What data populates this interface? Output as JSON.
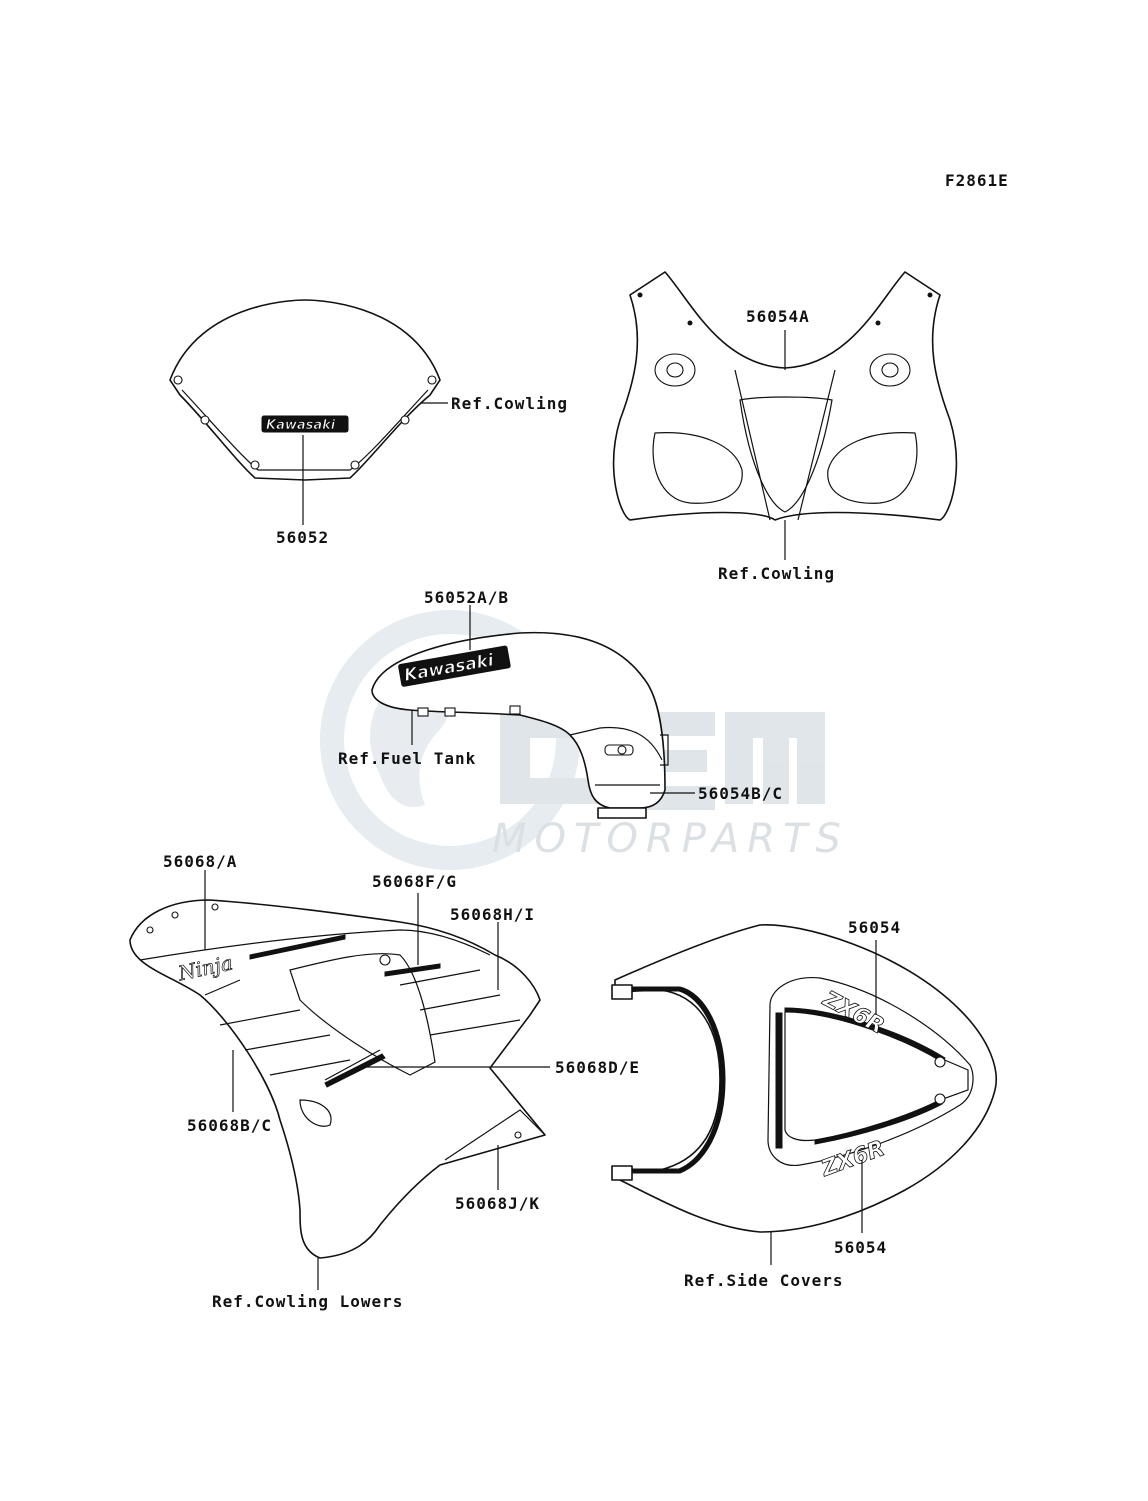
{
  "figure_code": "F2861E",
  "watermark": {
    "brand": "MOTORPARTS"
  },
  "parts": {
    "windshield": {
      "label": "56052",
      "ref": "Ref.Cowling",
      "decal_text": "Kawasaki"
    },
    "upper_cowling": {
      "label": "56054A",
      "ref": "Ref.Cowling"
    },
    "fuel_tank": {
      "label_top": "56052A/B",
      "label_side": "56054B/C",
      "ref": "Ref.Fuel Tank",
      "decal_text": "Kawasaki"
    },
    "cowling_side": {
      "label_a": "56068/A",
      "label_fg": "56068F/G",
      "label_hi": "56068H/I",
      "label_de": "56068D/E",
      "label_bc": "56068B/C",
      "label_jk": "56068J/K",
      "ref": "Ref.Cowling Lowers",
      "decal_text": "Ninja"
    },
    "side_covers": {
      "label_top": "56054",
      "label_bottom": "56054",
      "ref": "Ref.Side Covers",
      "decal_text": "ZX6R"
    }
  },
  "colors": {
    "line": "#111111",
    "watermark": "#d8dde2",
    "watermark_globe": "#e4eaef"
  }
}
